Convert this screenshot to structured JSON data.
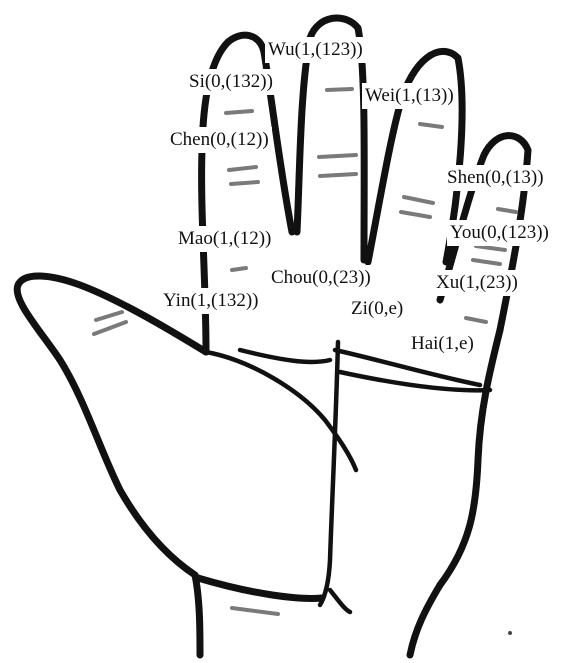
{
  "figure": {
    "labels": {
      "wu": "Wu(1,(123))",
      "si": "Si(0,(132))",
      "wei": "Wei(1,(13))",
      "chen": "Chen(0,(12))",
      "shen": "Shen(0,(13))",
      "mao": "Mao(1,(12))",
      "you": "You(0,(123))",
      "chou": "Chou(0,(23))",
      "xu": "Xu(1,(23))",
      "yin": "Yin(1,(132))",
      "zi": "Zi(0,e)",
      "hai": "Hai(1,e)"
    },
    "colors": {
      "ink": "#111111",
      "crease": "#7a7a7a",
      "background": "#ffffff"
    }
  }
}
